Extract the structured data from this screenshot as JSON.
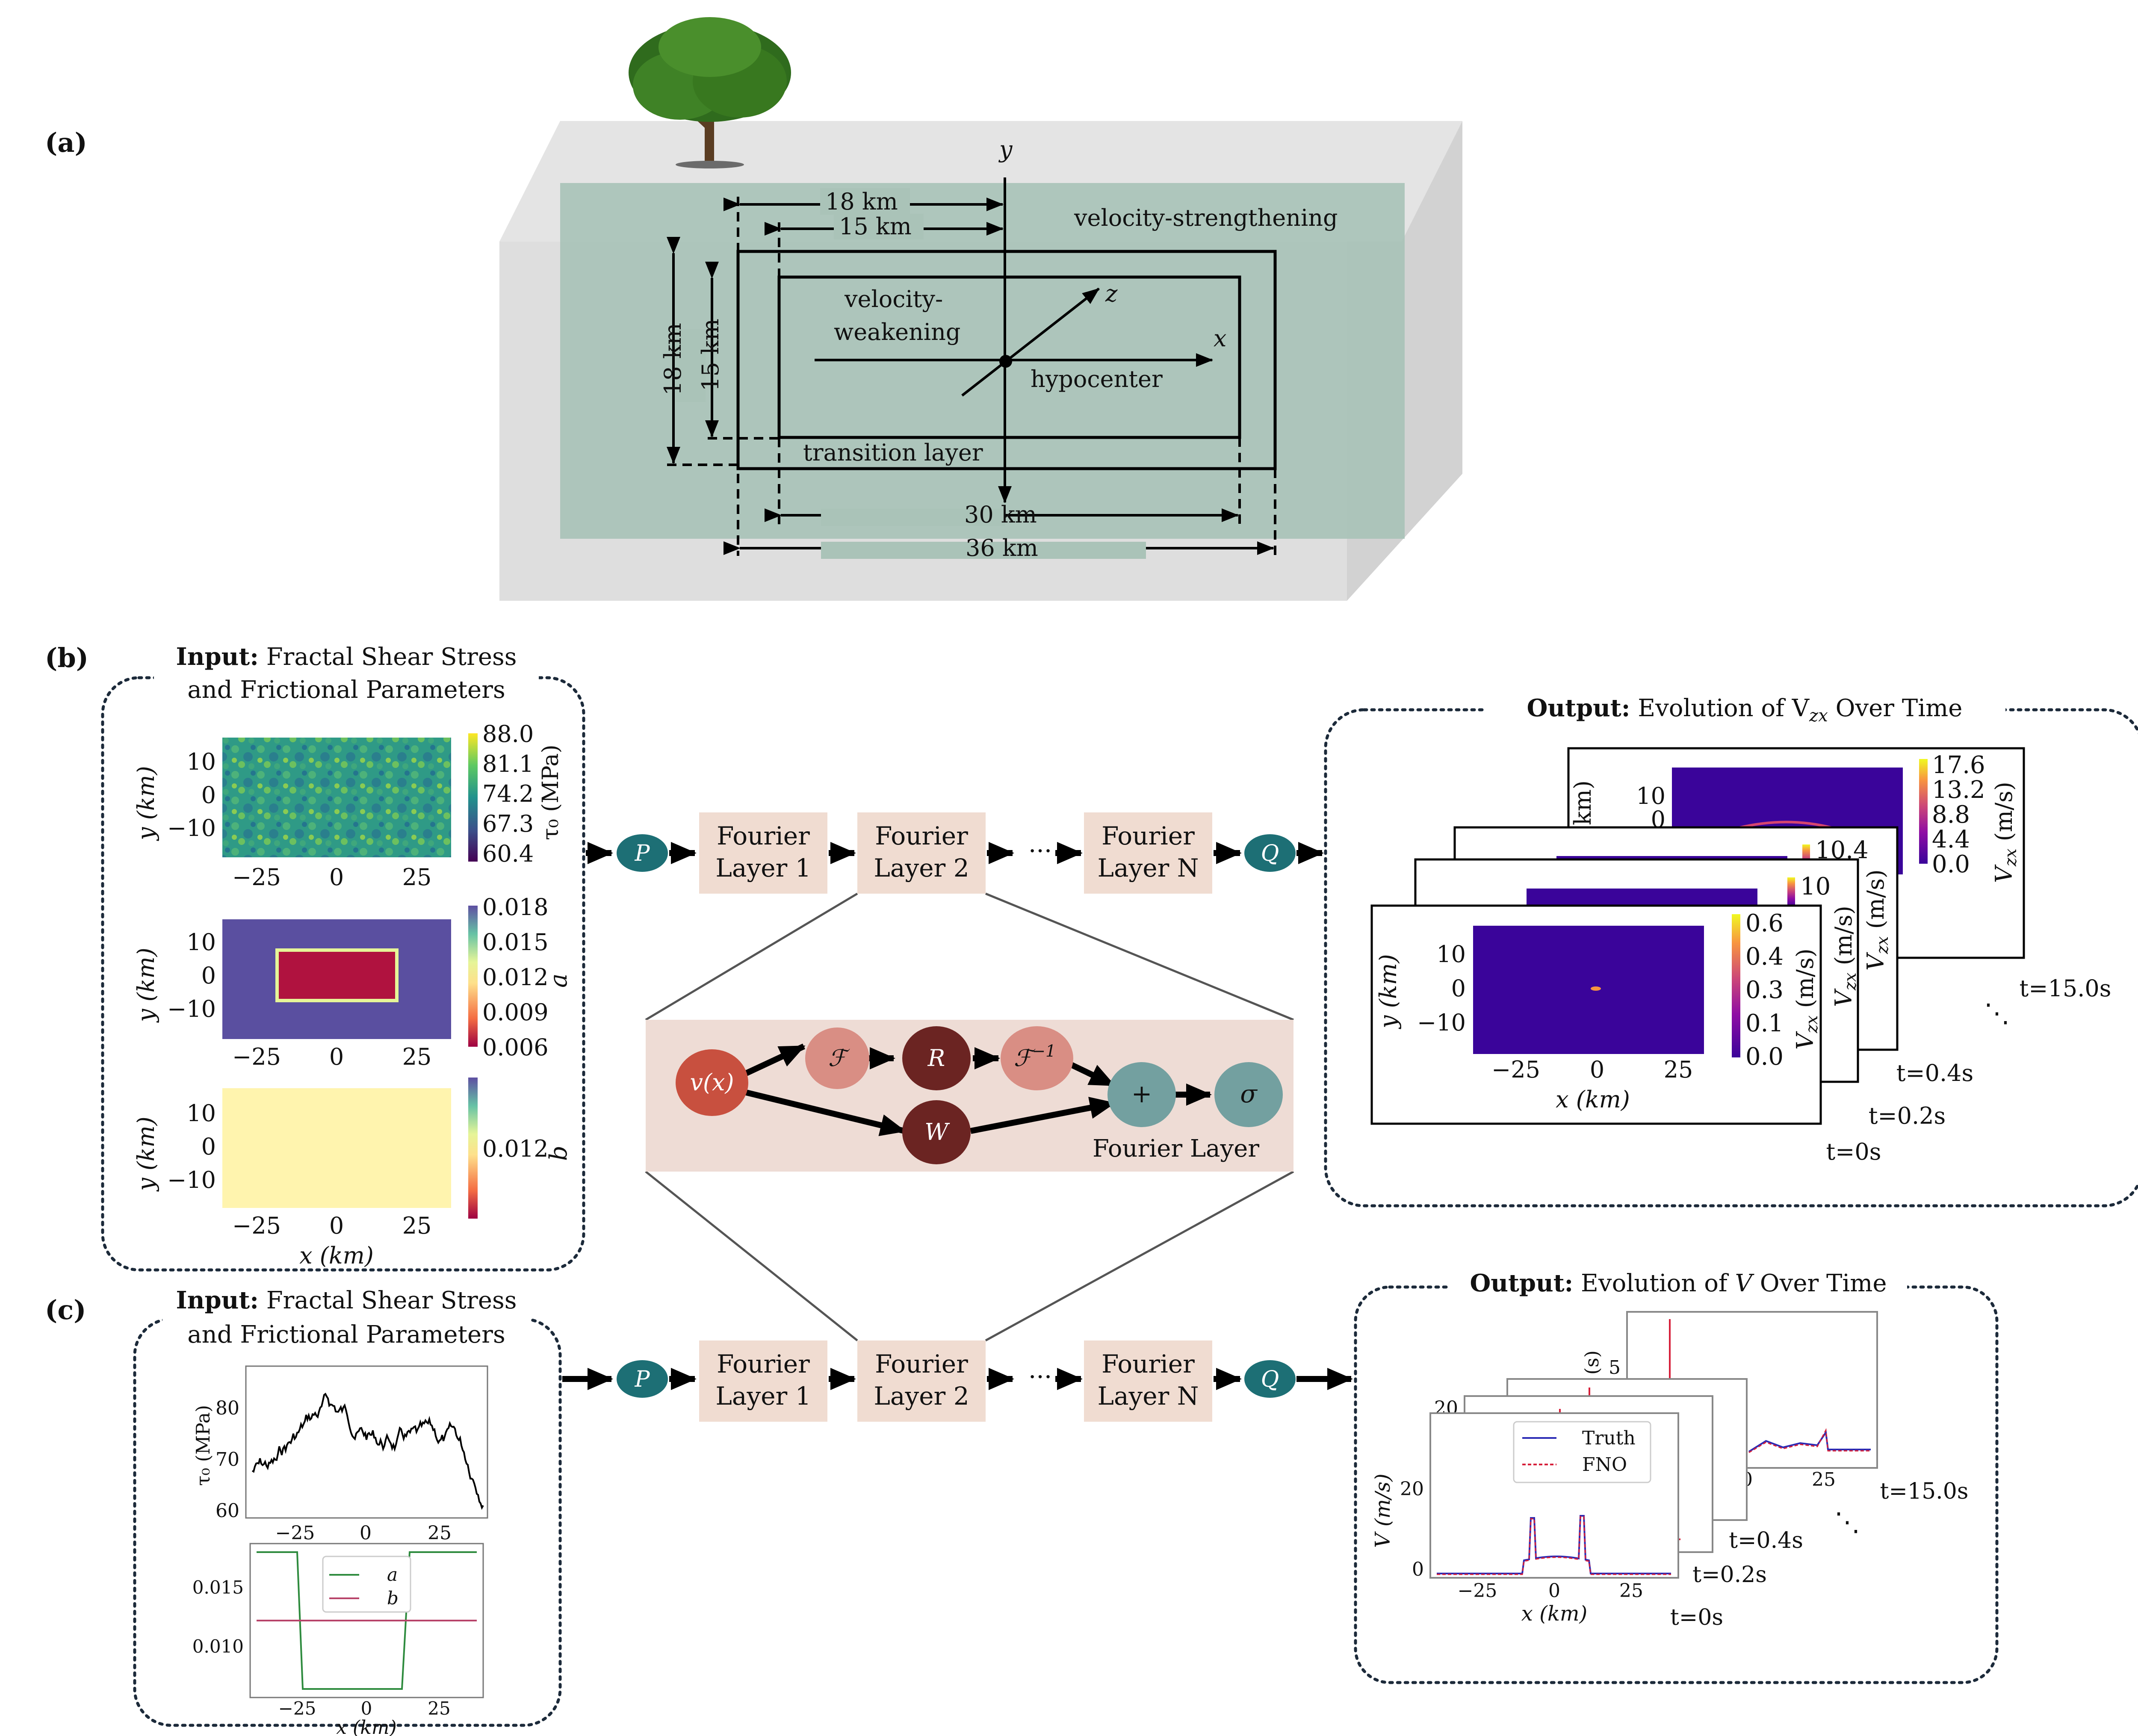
{
  "panel_labels": {
    "a": "(a)",
    "b": "(b)",
    "c": "(c)"
  },
  "panel_a": {
    "axis_y": "y",
    "axis_x": "x",
    "axis_z": "z",
    "dim_18_top": "18 km",
    "dim_15_top": "15 km",
    "dim_18_left": "18 km",
    "dim_15_left": "15 km",
    "dim_30": "30 km",
    "dim_36": "36 km",
    "velocity_strengthening": "velocity-strengthening",
    "velocity_weakening_1": "velocity-",
    "velocity_weakening_2": "weakening",
    "hypocenter": "hypocenter",
    "transition_layer": "transition layer"
  },
  "panel_b": {
    "input_title_bold": "Input:",
    "input_title_rest": "Fractal Shear Stress",
    "input_title_line2": "and Frictional Parameters",
    "output_title_bold": "Output:",
    "output_title_rest": "Evolution of V",
    "output_title_sub": "zx",
    "output_title_end": "Over Time",
    "maps": [
      {
        "ylabel": "y (km)",
        "yticks": [
          "10",
          "0",
          "−10"
        ],
        "xticks": [
          "−25",
          "0",
          "25"
        ],
        "cbar_ticks": [
          "88.0",
          "81.1",
          "74.2",
          "67.3",
          "60.4"
        ],
        "cbar_label": "τ₀ (MPa)"
      },
      {
        "ylabel": "y (km)",
        "yticks": [
          "10",
          "0",
          "−10"
        ],
        "xticks": [
          "−25",
          "0",
          "25"
        ],
        "cbar_ticks": [
          "0.018",
          "0.015",
          "0.012",
          "0.009",
          "0.006"
        ],
        "cbar_label": "a"
      },
      {
        "ylabel": "y (km)",
        "yticks": [
          "10",
          "0",
          "−10"
        ],
        "xticks": [
          "−25",
          "0",
          "25"
        ],
        "cbar_ticks": [
          "0.012"
        ],
        "cbar_label": "b"
      }
    ],
    "xlabel": "x (km)",
    "out_frames": {
      "back_ticks": [
        "17.6",
        "13.2",
        "8.8",
        "4.4",
        "0.0"
      ],
      "back_ytick": "10",
      "back_ytick0": "0",
      "back_ylabel_frag": "km)",
      "mid_tick_1": "10.4",
      "mid_tick_2": "10",
      "front_ticks": [
        "0.6",
        "0.4",
        "0.3",
        "0.1",
        "0.0"
      ],
      "front_yticks": [
        "10",
        "0",
        "−10"
      ],
      "front_xticks": [
        "−25",
        "0",
        "25"
      ],
      "front_ylabel": "y (km)",
      "front_xlabel": "x (km)",
      "cbar_label": "V",
      "cbar_label_sub": "zx",
      "cbar_unit": "(m/s)",
      "t0": "t=0s",
      "t1": "t=0.2s",
      "t2": "t=0.4s",
      "t3": "t=15.0s",
      "dots": "⋱"
    }
  },
  "pipeline": {
    "P": "P",
    "Q": "Q",
    "layer1": [
      "Fourier",
      "Layer 1"
    ],
    "layer2": [
      "Fourier",
      "Layer 2"
    ],
    "layerN": [
      "Fourier",
      "Layer N"
    ],
    "ellipsis": "···"
  },
  "fourier_layer": {
    "v": "v(x)",
    "F": "ℱ",
    "R": "R",
    "Finv": "ℱ",
    "Finv_sup": "−1",
    "W": "W",
    "plus": "+",
    "sigma": "σ",
    "label": "Fourier Layer",
    "colors": {
      "bg": "#eedcd5",
      "v": "#c8503f",
      "F": "#d98e84",
      "R": "#6b2422",
      "W": "#6b2422",
      "plus": "#73a0a0",
      "sigma": "#73a0a0",
      "PQ": "#1d6f75",
      "box": "#f0dcd1"
    }
  },
  "panel_c": {
    "input_title_bold": "Input:",
    "input_title_rest": "Fractal Shear Stress",
    "input_title_line2": "and Frictional Parameters",
    "output_title_bold": "Output:",
    "output_title_rest": "Evolution of",
    "output_title_var": "V",
    "output_title_end": "Over Time",
    "tau_plot": {
      "yticks": [
        "80",
        "70",
        "60"
      ],
      "xticks": [
        "−25",
        "0",
        "25"
      ],
      "ylabel": "τ₀ (MPa)"
    },
    "ab_plot": {
      "yticks": [
        "0.015",
        "0.010"
      ],
      "xticks": [
        "−25",
        "0",
        "25"
      ],
      "xlabel": "x (km)",
      "legend": [
        {
          "name": "a",
          "color": "#2e8b3e"
        },
        {
          "name": "b",
          "color": "#b8446a"
        }
      ]
    },
    "v_frames": {
      "front_yticks": [
        "20",
        "0"
      ],
      "front_xticks": [
        "−25",
        "0",
        "25"
      ],
      "front_ylabel": "V (m/s)",
      "front_xlabel": "x (km)",
      "legend": [
        {
          "name": "Truth",
          "color": "#2b2bb5"
        },
        {
          "name": "FNO",
          "color": "#d61f3a"
        }
      ],
      "back_tick": "5",
      "back_label_frag": "(s)",
      "back_xtick_a": "0",
      "back_xtick_b": "25",
      "mid_tick": "20",
      "t0": "t=0s",
      "t1": "t=0.2s",
      "t2": "t=0.4s",
      "t3": "t=15.0s",
      "dots": "⋱"
    }
  }
}
